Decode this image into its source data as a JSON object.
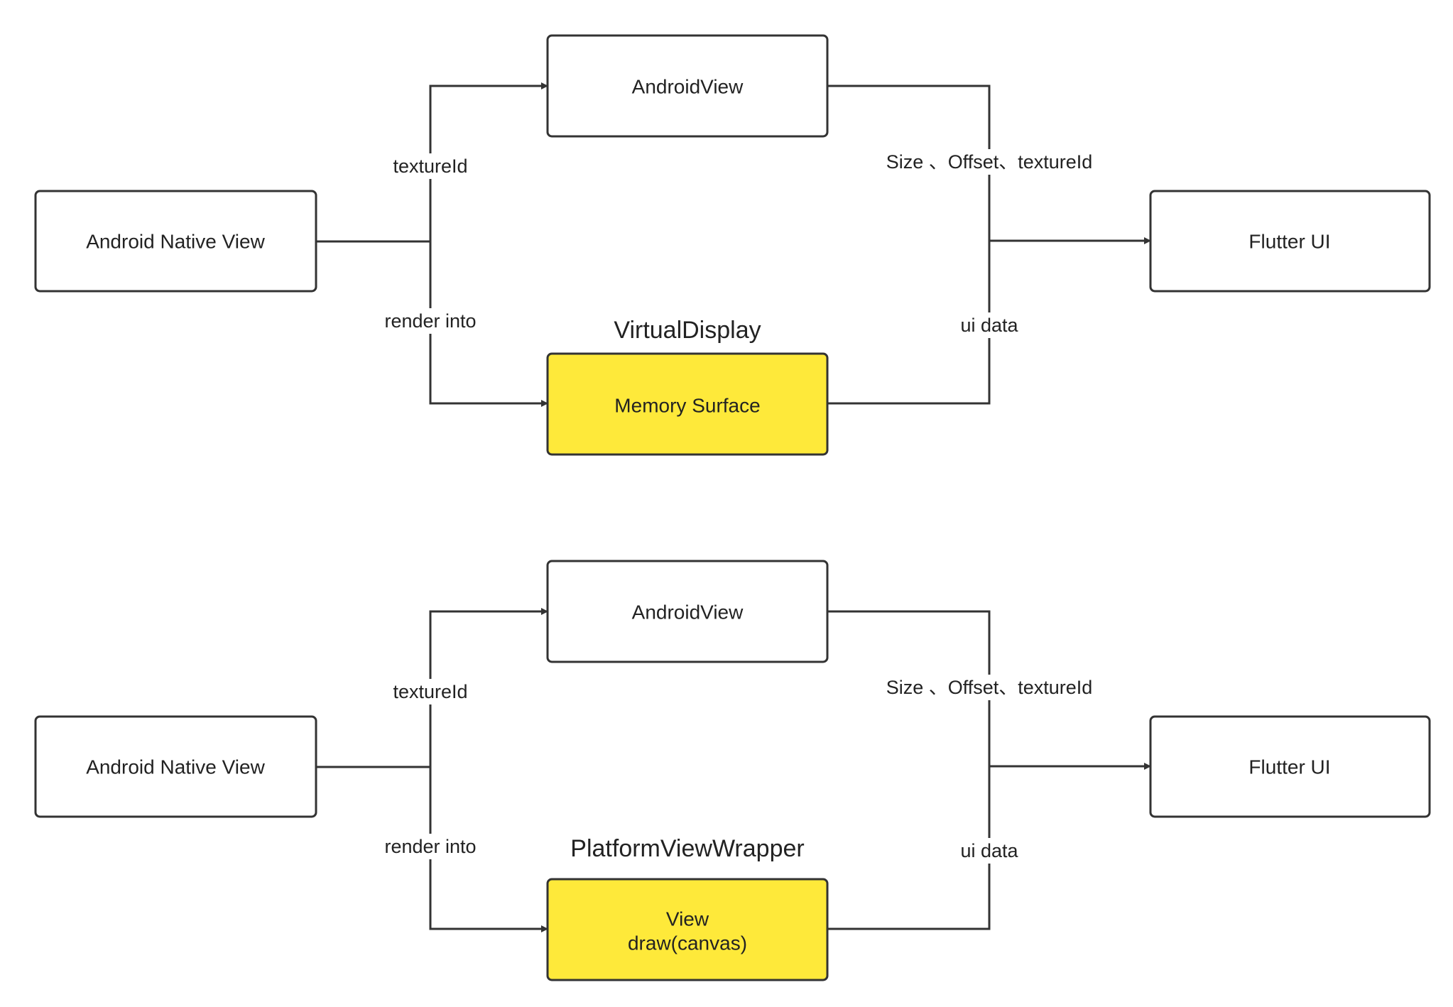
{
  "colors": {
    "stroke": "#333333",
    "highlight": "#fee93a",
    "background": "#ffffff"
  },
  "diagrams": [
    {
      "native_view": "Android Native View",
      "android_view": "AndroidView",
      "flutter_ui": "Flutter UI",
      "surface_title": "VirtualDisplay",
      "surface_lines": [
        "Memory Surface"
      ],
      "edge_texture_id": "textureId",
      "edge_render_into": "render into",
      "edge_size_offset": "Size 、Offset、textureId",
      "edge_ui_data": "ui data"
    },
    {
      "native_view": "Android Native View",
      "android_view": "AndroidView",
      "flutter_ui": "Flutter UI",
      "surface_title": "PlatformViewWrapper",
      "surface_lines": [
        "View",
        "draw(canvas)"
      ],
      "edge_texture_id": "textureId",
      "edge_render_into": "render into",
      "edge_size_offset": "Size 、Offset、textureId",
      "edge_ui_data": "ui data"
    }
  ]
}
